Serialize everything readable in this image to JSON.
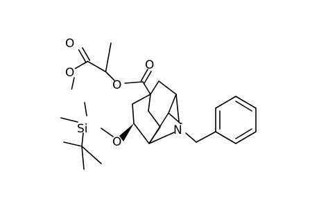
{
  "atoms": {
    "o_carbonyl_ester": "O",
    "o_methoxy": "O",
    "o_ester": "O",
    "o_carbonyl_main": "O",
    "si": "Si",
    "o_silyl": "O",
    "n_amine": "N"
  },
  "colors": {
    "bond": "#000000",
    "label": "#000000",
    "background": "#ffffff"
  }
}
